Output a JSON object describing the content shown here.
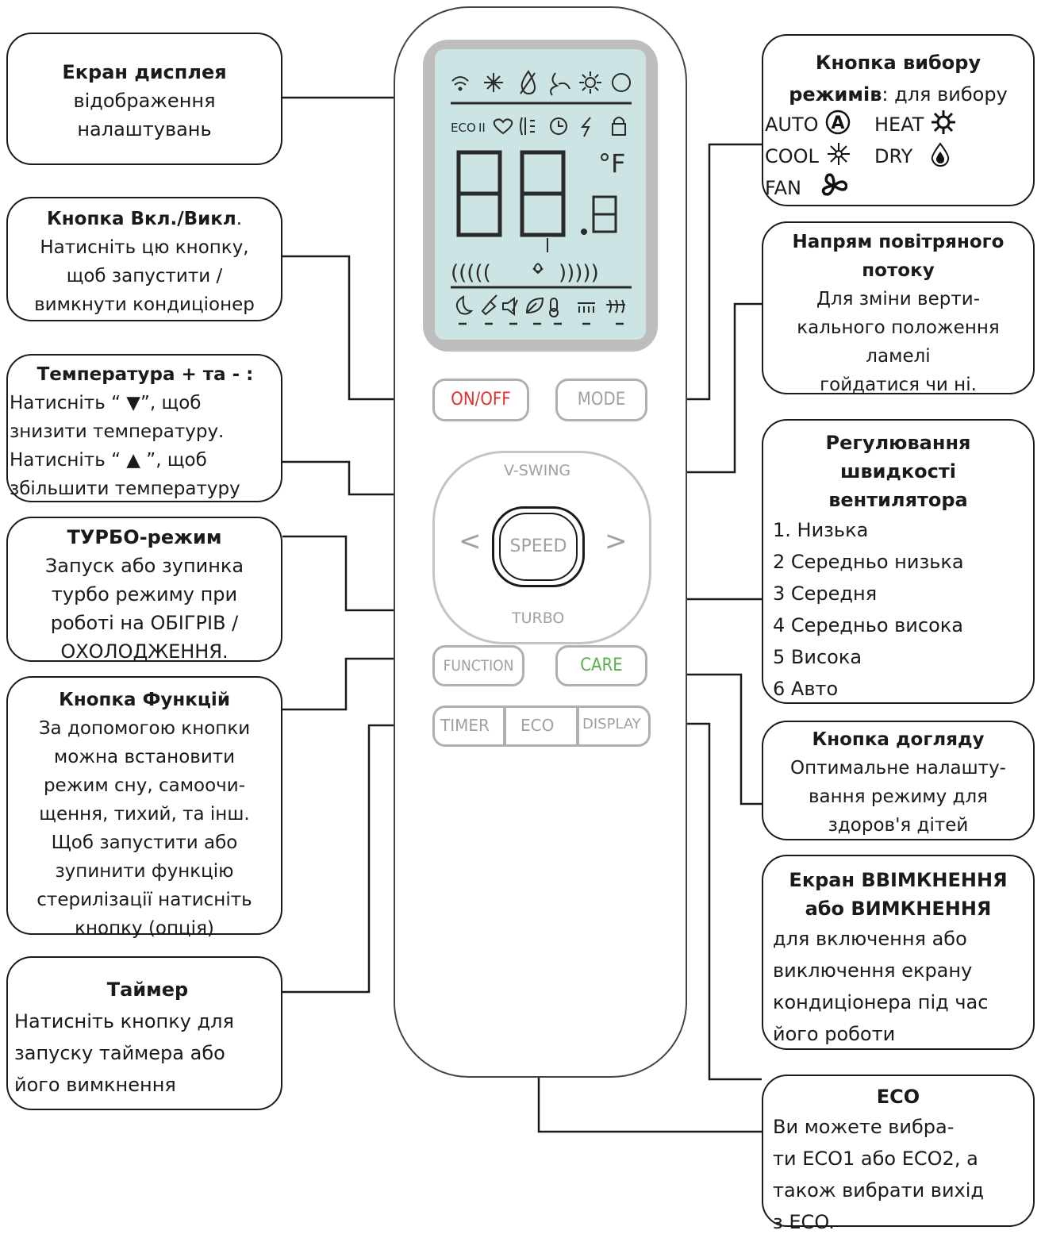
{
  "remote": {
    "buttons": {
      "on_off": "ON/OFF",
      "mode": "MODE",
      "v_swing": "V-SWING",
      "speed": "SPEED",
      "turbo": "TURBO",
      "function": "FUNCTION",
      "care": "CARE",
      "timer": "TIMER",
      "eco": "ECO",
      "display": "DISPLAY",
      "arrow_left": "<",
      "arrow_right": ">"
    },
    "lcd": {
      "digits": "88",
      "decimal": ".8",
      "unit": "°F",
      "eco_text": "ECO",
      "eco_bars": "II",
      "fan_left": "(((((",
      "fan_right": ")))))"
    },
    "colors": {
      "on_off": "#e03030",
      "care": "#58b04a",
      "button_gray": "#a0a0a0",
      "lcd": "#cce4e3"
    }
  },
  "callouts": {
    "display": {
      "title": "Екран дисплея",
      "lines": [
        "відображення",
        "налаштувань"
      ]
    },
    "onoff": {
      "title": "Кнопка Вкл./Викл",
      "title_suffix": ".",
      "lines": [
        "Натисніть цю кнопку,",
        "щоб запустити /",
        "вимкнути кондиціонер"
      ]
    },
    "temp": {
      "title": "Температура + та - :",
      "lines": [
        "Натисніть “ ▼”, щоб",
        "знизити температуру.",
        "Натисніть “ ▲ ”, щоб",
        "збільшити температуру"
      ]
    },
    "turbo": {
      "title": "ТУРБО-режим",
      "lines": [
        "Запуск або зупинка",
        "турбо режиму при",
        "роботі на ОБІГРІВ /",
        "ОХОЛОДЖЕННЯ."
      ]
    },
    "function": {
      "title": "Кнопка Функцій",
      "lines": [
        "За допомогою кнопки",
        "можна встановити",
        "режим сну, самоочи-",
        "щення, тихий, та інш.",
        "Щоб запустити або",
        "зупинити функцію",
        "стерилізації натисніть",
        "кнопку  (опція)"
      ]
    },
    "timer": {
      "title": "Таймер",
      "lines": [
        "Натисніть кнопку для",
        "запуску таймера або",
        "його вимкнення"
      ]
    },
    "mode": {
      "title_a": "Кнопка вибору",
      "title_b": "режимів",
      "title_b_rest": ": для вибору",
      "auto": "AUTO",
      "heat": "HEAT",
      "cool": "COOL",
      "dry": "DRY",
      "fan": "FAN"
    },
    "airflow": {
      "title_a": "Напрям повітряного",
      "title_b": "потоку",
      "lines": [
        "Для зміни верти-",
        "кального положення",
        "ламелі",
        "гойдатися чи ні."
      ]
    },
    "fanspeed": {
      "title_a": "Регулювання",
      "title_b": "швидкості",
      "title_c": "вентилятора",
      "items": [
        "1. Низька",
        "2 Середньо низька",
        "3 Середня",
        "4 Середньо висока",
        "5 Висока",
        "6 Авто"
      ]
    },
    "care": {
      "title": "Кнопка догляду",
      "lines": [
        "Оптимальне налашту-",
        "вання режиму для",
        "здоров'я дітей"
      ]
    },
    "screen": {
      "title_a": "Екран  ВВІМКНЕННЯ",
      "title_b": "або ВИМКНЕННЯ",
      "lines": [
        "для включення або",
        "виключення екрану",
        "кондиціонера під час",
        "його роботи"
      ]
    },
    "eco": {
      "title": "ECO",
      "lines": [
        "Ви можете вибра-",
        "ти ECO1 або ECO2, а",
        "також вибрати вихід",
        "з ECO."
      ]
    }
  }
}
